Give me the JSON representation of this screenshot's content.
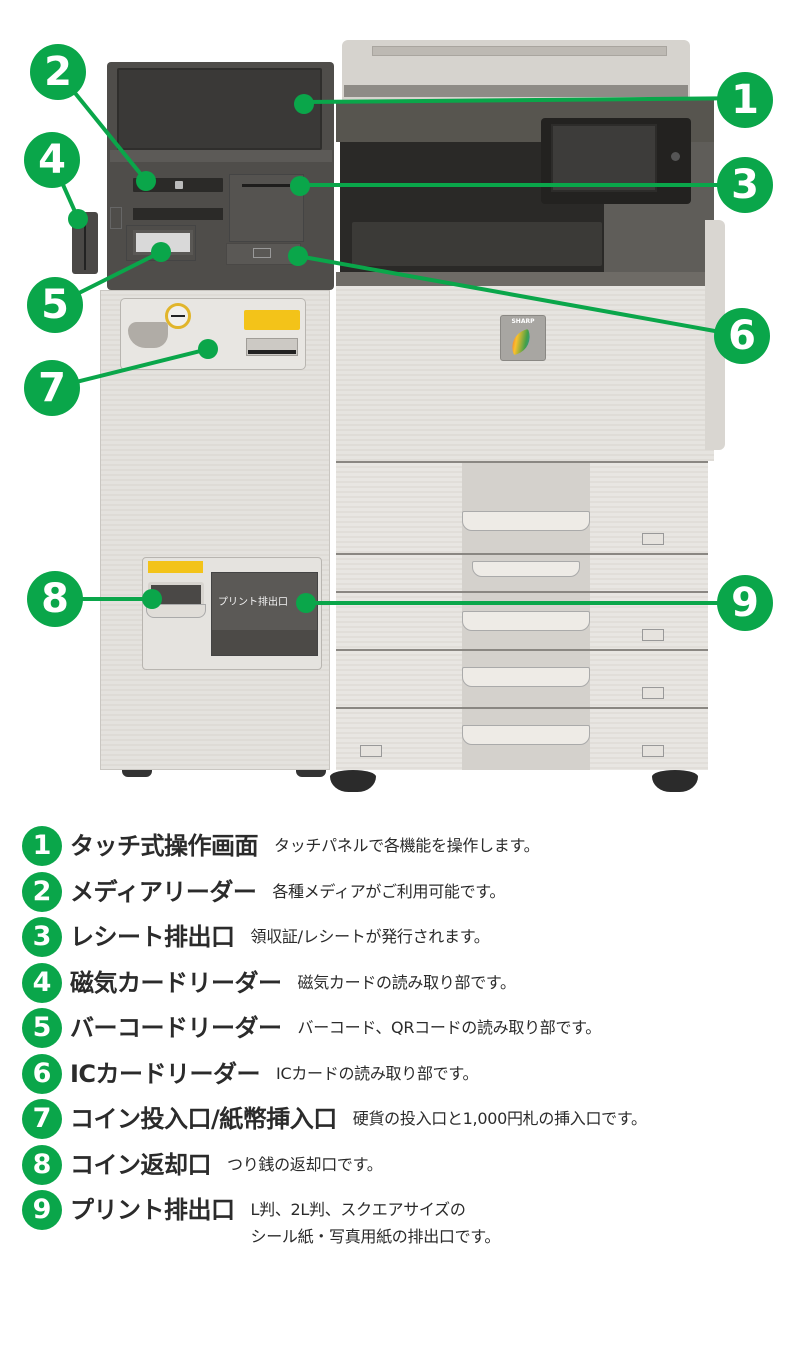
{
  "illustration": {
    "print_exit_label": "プリント排出口",
    "brand_badge": "SHARP"
  },
  "callouts": [
    {
      "number": "1",
      "target": "touch-screen"
    },
    {
      "number": "2",
      "target": "media-reader"
    },
    {
      "number": "3",
      "target": "receipt-exit"
    },
    {
      "number": "4",
      "target": "magnetic-card-reader"
    },
    {
      "number": "5",
      "target": "barcode-reader"
    },
    {
      "number": "6",
      "target": "ic-card-reader"
    },
    {
      "number": "7",
      "target": "coin-bill-slot"
    },
    {
      "number": "8",
      "target": "coin-return"
    },
    {
      "number": "9",
      "target": "print-exit"
    }
  ],
  "legend": [
    {
      "number": "1",
      "title": "タッチ式操作画面",
      "description": "タッチパネルで各機能を操作します。"
    },
    {
      "number": "2",
      "title": "メディアリーダー",
      "description": "各種メディアがご利用可能です。"
    },
    {
      "number": "3",
      "title": "レシート排出口",
      "description": "領収証/レシートが発行されます。"
    },
    {
      "number": "4",
      "title": "磁気カードリーダー",
      "description": "磁気カードの読み取り部です。"
    },
    {
      "number": "5",
      "title": "バーコードリーダー",
      "description": "バーコード、QRコードの読み取り部です。"
    },
    {
      "number": "6",
      "title": "ICカードリーダー",
      "description": "ICカードの読み取り部です。"
    },
    {
      "number": "7",
      "title": "コイン投入口/紙幣挿入口",
      "description": "硬貨の投入口と1,000円札の挿入口です。"
    },
    {
      "number": "8",
      "title": "コイン返却口",
      "description": "つり銭の返却口です。"
    },
    {
      "number": "9",
      "title": "プリント排出口",
      "description": "L判、2L判、スクエアサイズの",
      "description_line2": "シール紙・写真用紙の排出口です。"
    }
  ],
  "colors": {
    "accent_green": "#0aa64a",
    "text_dark": "#2b2b2b",
    "sticker_yellow": "#f3c319"
  }
}
